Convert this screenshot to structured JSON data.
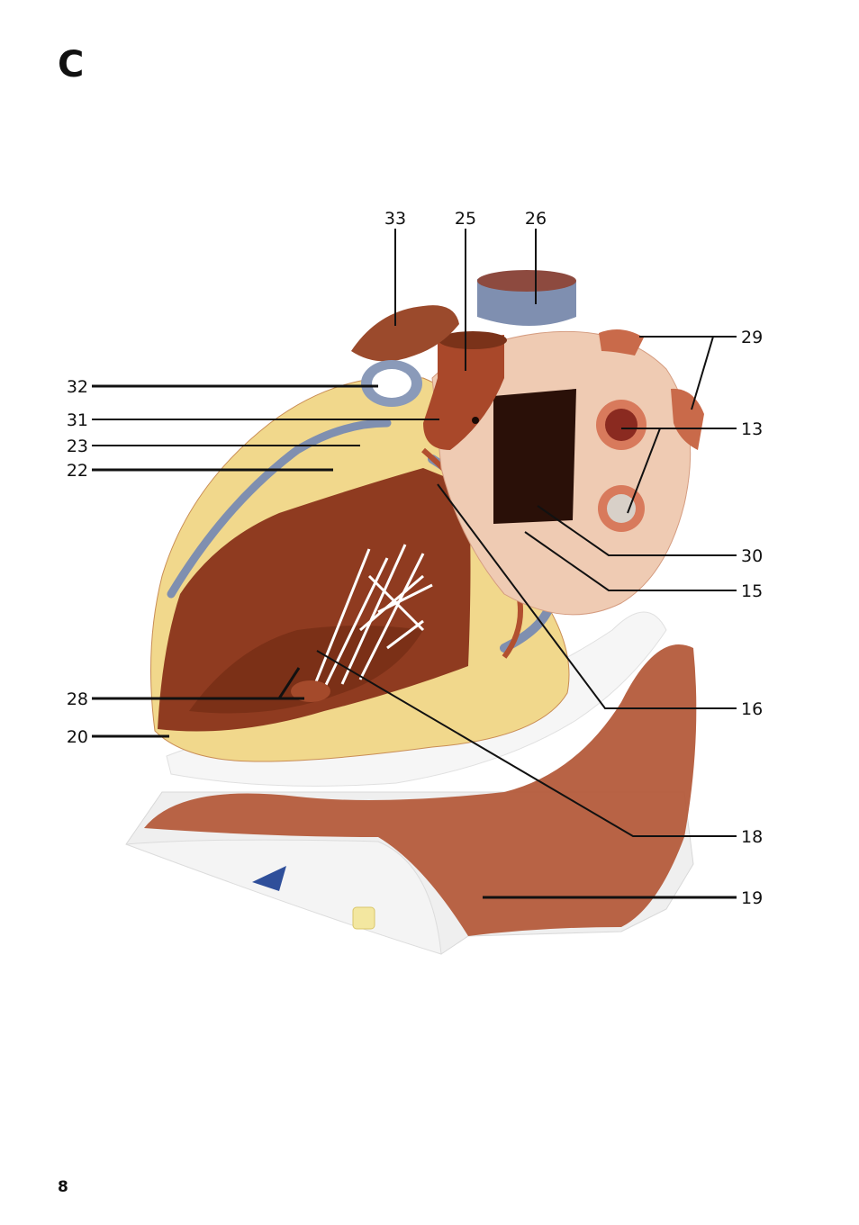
{
  "page": {
    "letter": "C",
    "page_number": "8"
  },
  "figure": {
    "labels": {
      "l33": "33",
      "l25": "25",
      "l26": "26",
      "l29": "29",
      "l13": "13",
      "l32": "32",
      "l31": "31",
      "l23": "23",
      "l22": "22",
      "l30": "30",
      "l15": "15",
      "l16": "16",
      "l28": "28",
      "l20": "20",
      "l18": "18",
      "l19": "19"
    },
    "colors": {
      "myocardium": "#9b4a2c",
      "myocardium_dark": "#7a3219",
      "fat": "#f3dc8f",
      "vein": "#7f8fb0",
      "atrium": "#efcdb5",
      "base_white": "#f1f1f1",
      "base_muscle": "#b05a3c",
      "chordae": "#ffffff"
    }
  }
}
